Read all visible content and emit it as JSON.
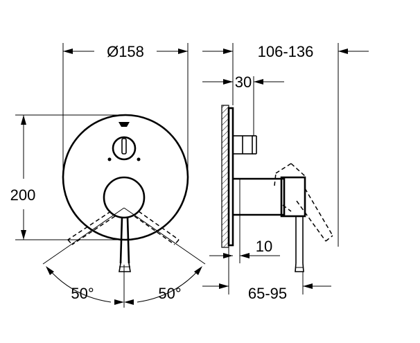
{
  "dimensions": {
    "diameter": "Ø158",
    "height": "200",
    "depth_range": "106-136",
    "depth_top": "30",
    "depth_wall": "10",
    "install_range": "65-95",
    "angle_left": "50°",
    "angle_right": "50°"
  }
}
